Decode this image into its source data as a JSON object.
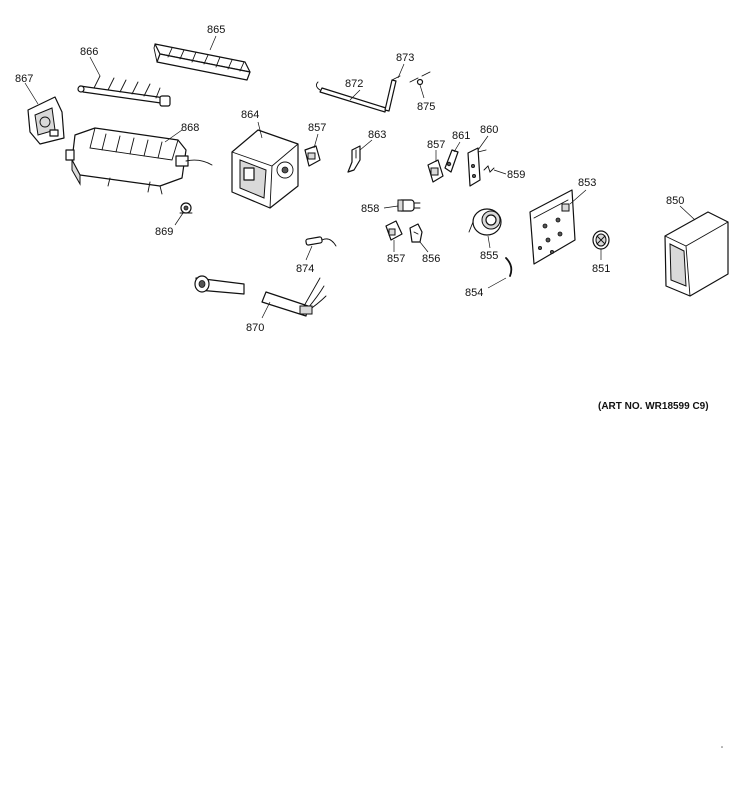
{
  "art_number": "(ART NO. WR18599 C9)",
  "parts": [
    {
      "id": "p865",
      "label": "865"
    },
    {
      "id": "p866",
      "label": "866"
    },
    {
      "id": "p867",
      "label": "867"
    },
    {
      "id": "p868",
      "label": "868"
    },
    {
      "id": "p869",
      "label": "869"
    },
    {
      "id": "p864",
      "label": "864"
    },
    {
      "id": "p857a",
      "label": "857"
    },
    {
      "id": "p863",
      "label": "863"
    },
    {
      "id": "p872",
      "label": "872"
    },
    {
      "id": "p873",
      "label": "873"
    },
    {
      "id": "p875",
      "label": "875"
    },
    {
      "id": "p857b",
      "label": "857"
    },
    {
      "id": "p861",
      "label": "861"
    },
    {
      "id": "p860",
      "label": "860"
    },
    {
      "id": "p859",
      "label": "859"
    },
    {
      "id": "p858",
      "label": "858"
    },
    {
      "id": "p857c",
      "label": "857"
    },
    {
      "id": "p856",
      "label": "856"
    },
    {
      "id": "p855",
      "label": "855"
    },
    {
      "id": "p854",
      "label": "854"
    },
    {
      "id": "p853",
      "label": "853"
    },
    {
      "id": "p851",
      "label": "851"
    },
    {
      "id": "p850",
      "label": "850"
    },
    {
      "id": "p874",
      "label": "874"
    },
    {
      "id": "p870",
      "label": "870"
    }
  ]
}
